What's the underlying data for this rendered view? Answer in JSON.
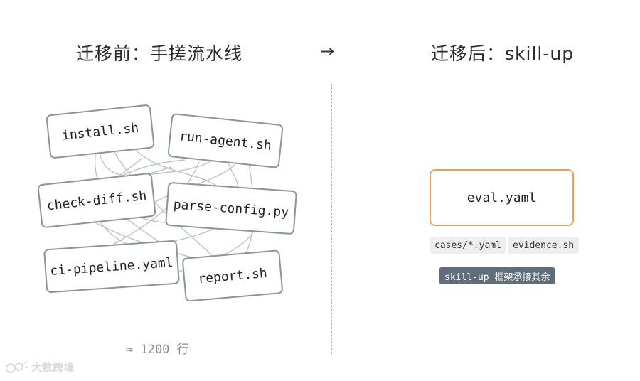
{
  "left": {
    "heading": "迁移前：手搓流水线",
    "scripts": [
      "install.sh",
      "run-agent.sh",
      "check-diff.sh",
      "parse-config.py",
      "ci-pipeline.yaml",
      "report.sh"
    ],
    "line_count": "≈ 1200 行"
  },
  "arrow": "→",
  "right": {
    "heading": "迁移后：skill-up",
    "eval_file": "eval.yaml",
    "chips": [
      "cases/*.yaml",
      "evidence.sh"
    ],
    "badge": "skill-up 框架承接其余"
  },
  "watermark": {
    "text": "大数跨境",
    "color": "#d9d9d9"
  },
  "colors": {
    "script_border": "#8a949c",
    "wire": "#b9bfc4",
    "eval_border": "#e7a35c",
    "chip_bg": "#eceeef",
    "badge_bg": "#5f6e7a",
    "divider": "#b0b0b0"
  }
}
